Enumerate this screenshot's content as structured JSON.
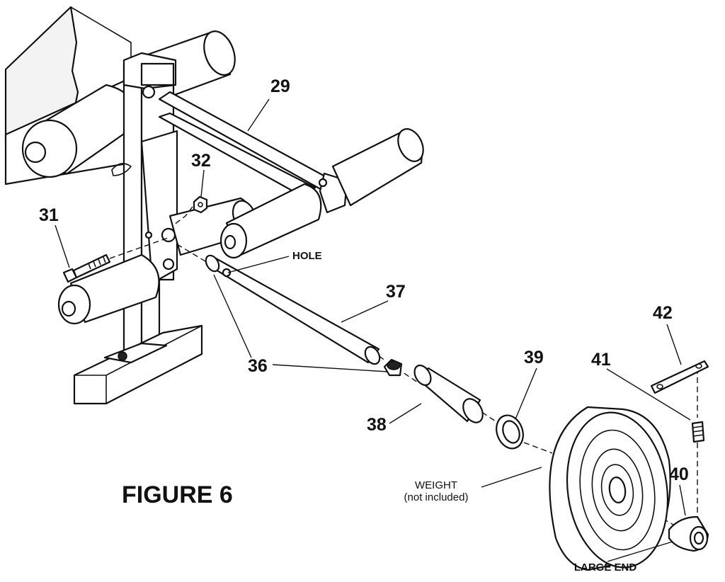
{
  "figure": {
    "title": "FIGURE 6"
  },
  "callouts": [
    {
      "id": "29",
      "text": "29"
    },
    {
      "id": "31",
      "text": "31"
    },
    {
      "id": "32",
      "text": "32"
    },
    {
      "id": "36",
      "text": "36"
    },
    {
      "id": "37",
      "text": "37"
    },
    {
      "id": "38",
      "text": "38"
    },
    {
      "id": "39",
      "text": "39"
    },
    {
      "id": "40",
      "text": "40"
    },
    {
      "id": "41",
      "text": "41"
    },
    {
      "id": "42",
      "text": "42"
    }
  ],
  "labels": {
    "hole": "HOLE",
    "weight_line1": "WEIGHT",
    "weight_line2": "(not included)",
    "large_end": "LARGE END"
  }
}
